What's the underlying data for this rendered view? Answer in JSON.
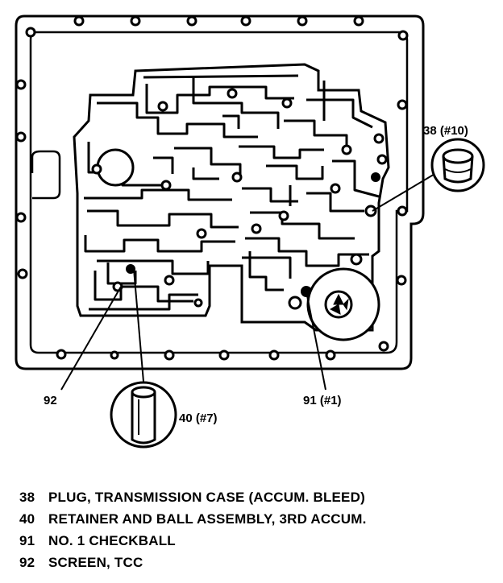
{
  "callouts": {
    "c38": "38 (#10)",
    "c40": "40 (#7)",
    "c91": "91 (#1)",
    "c92": "92"
  },
  "legend": [
    {
      "num": "38",
      "text": "PLUG, TRANSMISSION CASE (ACCUM. BLEED)"
    },
    {
      "num": "40",
      "text": "RETAINER AND BALL ASSEMBLY, 3RD ACCUM."
    },
    {
      "num": "91",
      "text": "NO. 1 CHECKBALL"
    },
    {
      "num": "92",
      "text": "SCREEN, TCC"
    }
  ]
}
